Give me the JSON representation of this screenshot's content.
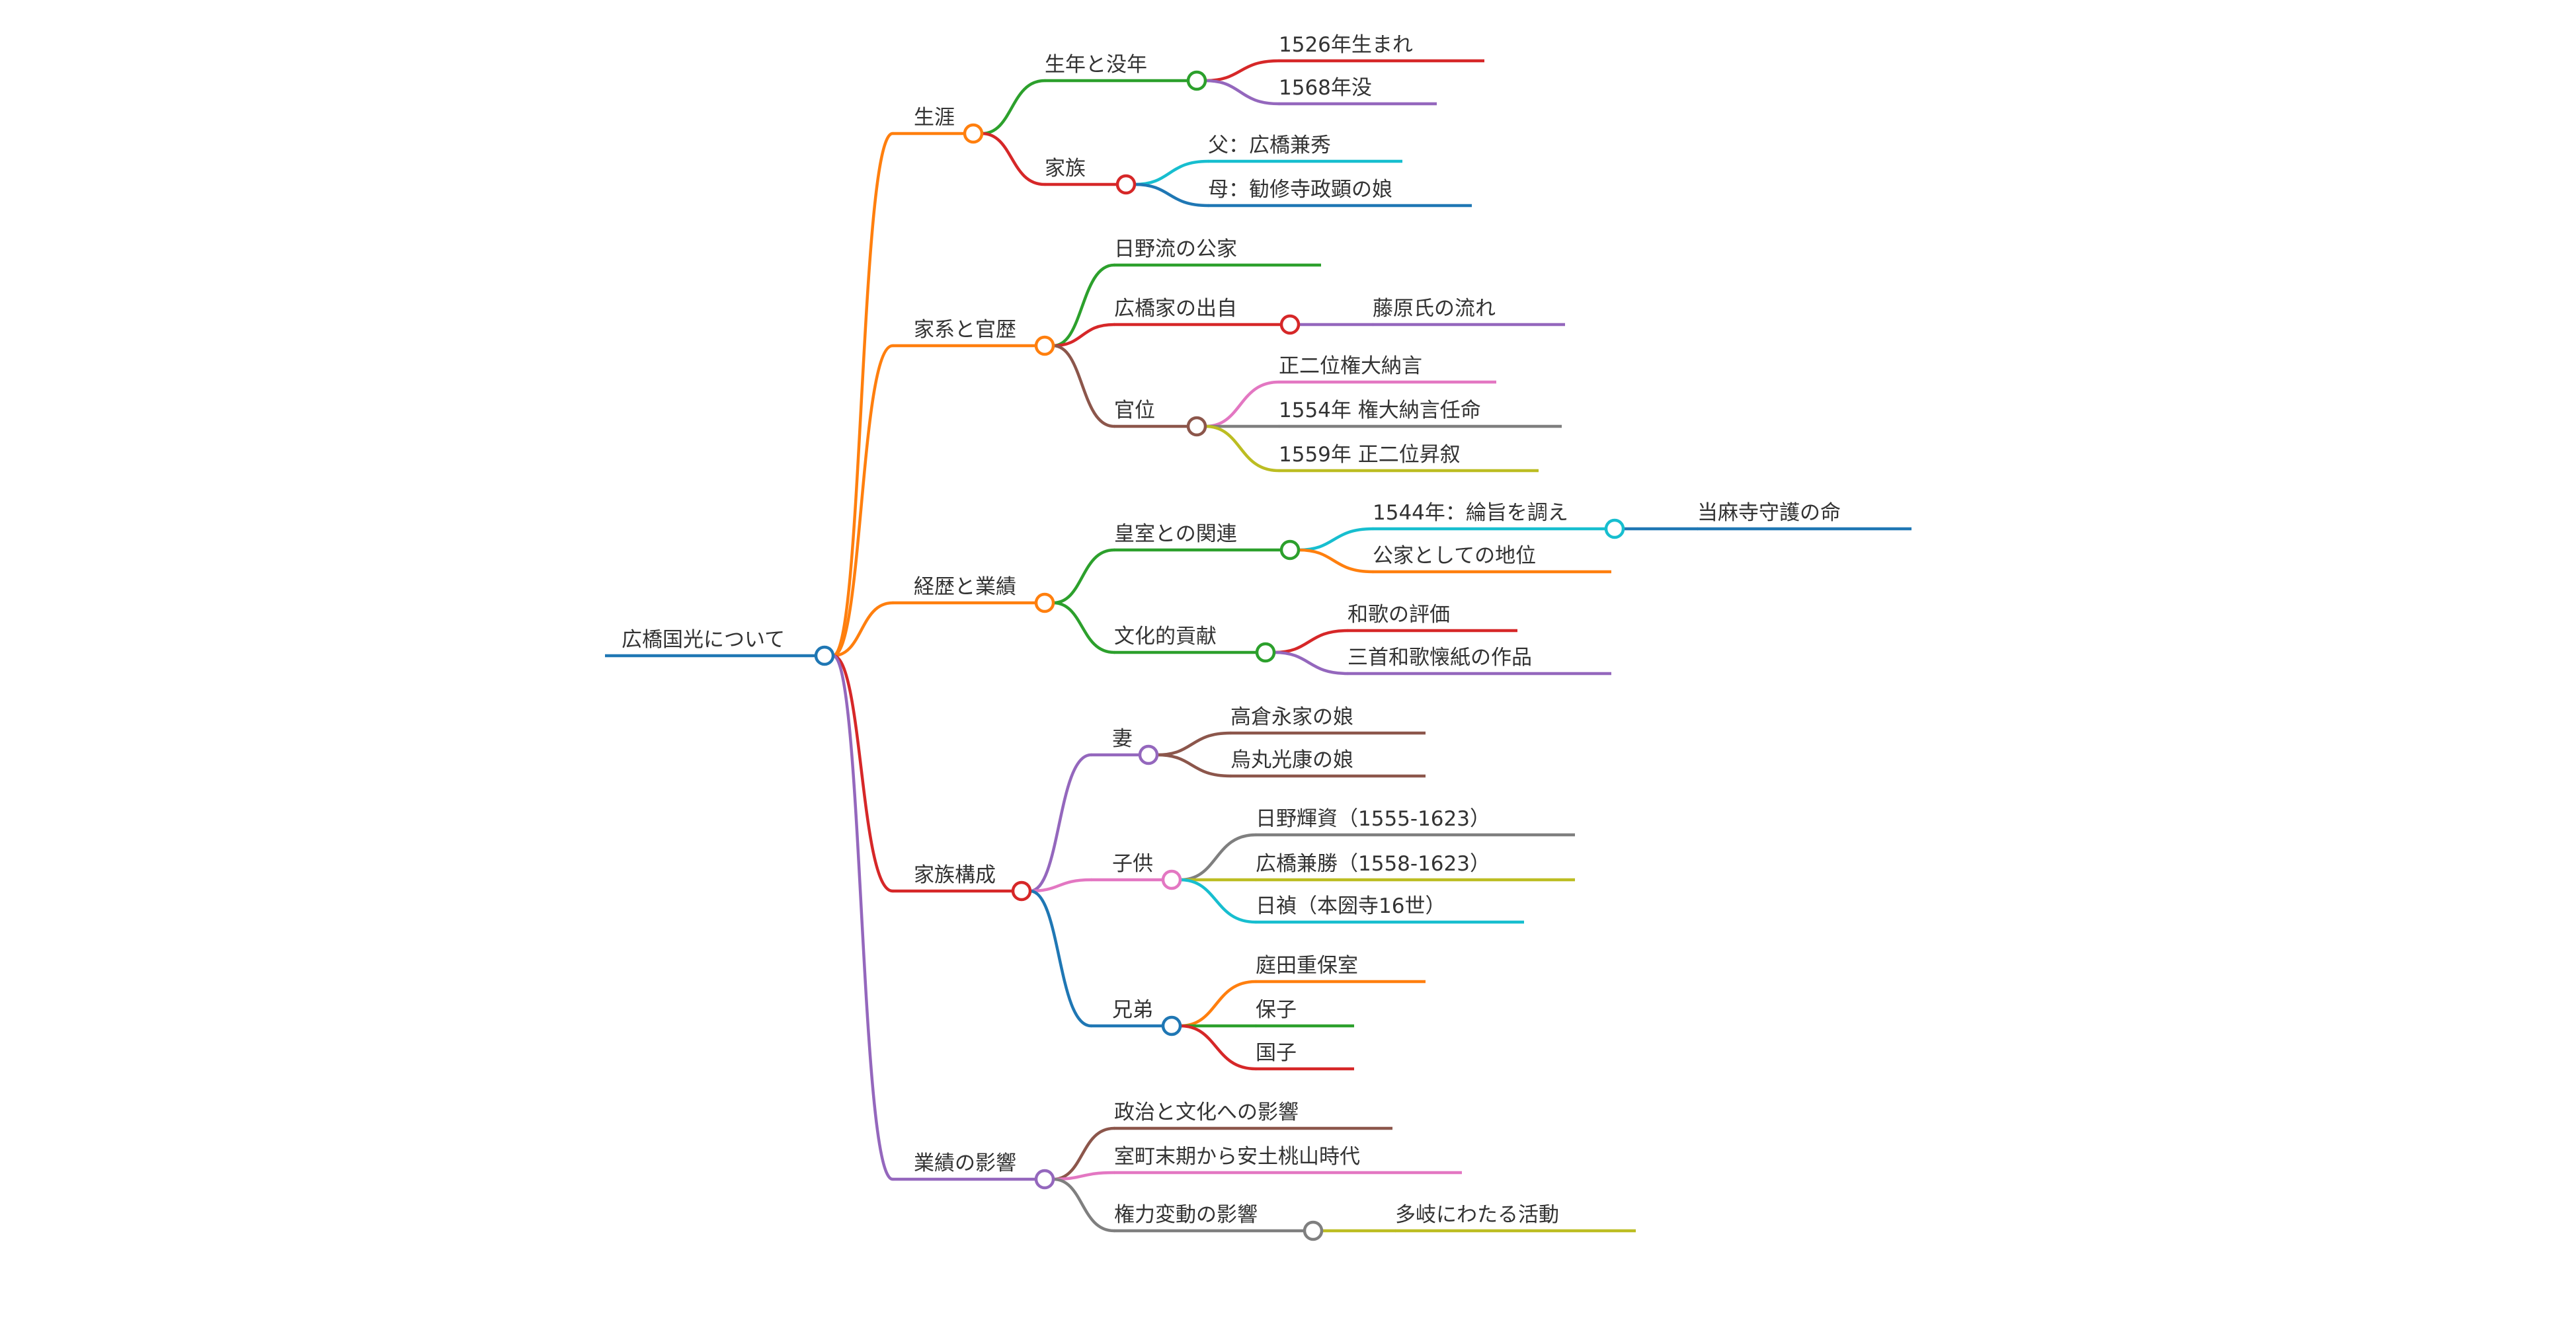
{
  "title": "広橋国光について",
  "palette": {
    "blue": "#1f77b4",
    "orange": "#ff7f0e",
    "green": "#2ca02c",
    "red": "#d62728",
    "purple": "#9467bd",
    "brown": "#8c564b",
    "pink": "#e377c2",
    "gray": "#7f7f7f",
    "olive": "#bcbd22",
    "cyan": "#17becf"
  },
  "root": {
    "id": "root",
    "label": "広橋国光について",
    "color": "#1f77b4",
    "children": [
      {
        "id": "shogai",
        "label": "生涯",
        "color": "#ff7f0e",
        "children": [
          {
            "id": "seinen-botsunen",
            "label": "生年と没年",
            "color": "#2ca02c",
            "children": [
              {
                "id": "born-1526",
                "label": "1526年生まれ",
                "color": "#d62728"
              },
              {
                "id": "died-1568",
                "label": "1568年没",
                "color": "#9467bd"
              }
            ]
          },
          {
            "id": "kazoku",
            "label": "家族",
            "color": "#d62728",
            "children": [
              {
                "id": "father",
                "label": "父：広橋兼秀",
                "color": "#17becf"
              },
              {
                "id": "mother",
                "label": "母：勧修寺政顕の娘",
                "color": "#1f77b4"
              }
            ]
          }
        ]
      },
      {
        "id": "kakei-kanreki",
        "label": "家系と官歴",
        "color": "#ff7f0e",
        "children": [
          {
            "id": "hino-kuge",
            "label": "日野流の公家",
            "color": "#2ca02c"
          },
          {
            "id": "hirohashi-origin",
            "label": "広橋家の出自",
            "color": "#d62728",
            "children": [
              {
                "id": "fujiwara",
                "label": "藤原氏の流れ",
                "color": "#9467bd"
              }
            ]
          },
          {
            "id": "kan-i",
            "label": "官位",
            "color": "#8c564b",
            "children": [
              {
                "id": "shonii-gondainagon",
                "label": "正二位権大納言",
                "color": "#e377c2"
              },
              {
                "id": "y1554",
                "label": "1554年 権大納言任命",
                "color": "#7f7f7f"
              },
              {
                "id": "y1559",
                "label": "1559年 正二位昇叙",
                "color": "#bcbd22"
              }
            ]
          }
        ]
      },
      {
        "id": "keireki-gyoseki",
        "label": "経歴と業績",
        "color": "#ff7f0e",
        "children": [
          {
            "id": "koshitsu",
            "label": "皇室との関連",
            "color": "#2ca02c",
            "children": [
              {
                "id": "y1544",
                "label": "1544年：綸旨を調え",
                "color": "#17becf",
                "children": [
                  {
                    "id": "taimadera",
                    "label": "当麻寺守護の命",
                    "color": "#1f77b4"
                  }
                ]
              },
              {
                "id": "kuge-status",
                "label": "公家としての地位",
                "color": "#ff7f0e"
              }
            ]
          },
          {
            "id": "bunka-koken",
            "label": "文化的貢献",
            "color": "#2ca02c",
            "children": [
              {
                "id": "waka-hyoka",
                "label": "和歌の評価",
                "color": "#d62728"
              },
              {
                "id": "sanshu-waka",
                "label": "三首和歌懐紙の作品",
                "color": "#9467bd"
              }
            ]
          }
        ]
      },
      {
        "id": "kazoku-kosei",
        "label": "家族構成",
        "color": "#d62728",
        "children": [
          {
            "id": "tsuma",
            "label": "妻",
            "color": "#9467bd",
            "children": [
              {
                "id": "takakura",
                "label": "高倉永家の娘",
                "color": "#8c564b"
              },
              {
                "id": "karasumaru",
                "label": "烏丸光康の娘",
                "color": "#8c564b"
              }
            ]
          },
          {
            "id": "kodomo",
            "label": "子供",
            "color": "#e377c2",
            "children": [
              {
                "id": "hino-terusuke",
                "label": "日野輝資（1555-1623）",
                "color": "#7f7f7f"
              },
              {
                "id": "hirohashi-kanekatsu",
                "label": "広橋兼勝（1558-1623）",
                "color": "#bcbd22"
              },
              {
                "id": "nittei",
                "label": "日禎（本圀寺16世）",
                "color": "#17becf"
              }
            ]
          },
          {
            "id": "kyodai",
            "label": "兄弟",
            "color": "#1f77b4",
            "children": [
              {
                "id": "niwata",
                "label": "庭田重保室",
                "color": "#ff7f0e"
              },
              {
                "id": "yasuko",
                "label": "保子",
                "color": "#2ca02c"
              },
              {
                "id": "kuniko",
                "label": "国子",
                "color": "#d62728"
              }
            ]
          }
        ]
      },
      {
        "id": "gyoseki-eikyo",
        "label": "業績の影響",
        "color": "#9467bd",
        "children": [
          {
            "id": "seiji-bunka",
            "label": "政治と文化への影響",
            "color": "#8c564b"
          },
          {
            "id": "muromachi",
            "label": "室町末期から安土桃山時代",
            "color": "#e377c2"
          },
          {
            "id": "kenryoku",
            "label": "権力変動の影響",
            "color": "#7f7f7f",
            "children": [
              {
                "id": "takinai",
                "label": "多岐にわたる活動",
                "color": "#bcbd22"
              }
            ]
          }
        ]
      }
    ]
  }
}
